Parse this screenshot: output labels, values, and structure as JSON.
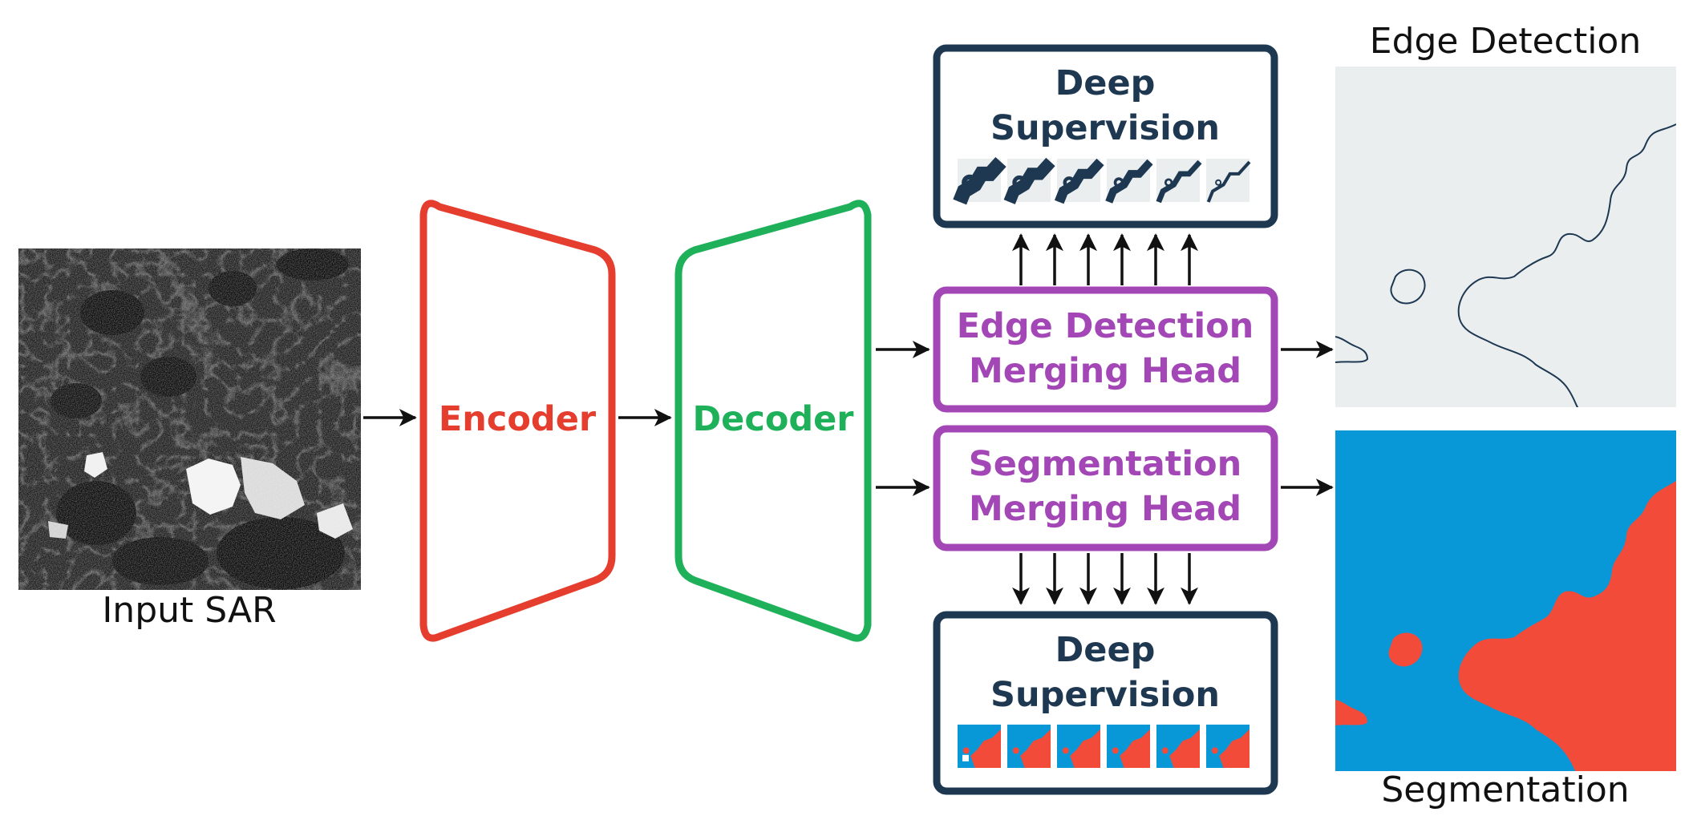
{
  "colors": {
    "encoder": "#e53e2e",
    "decoder": "#1fb05a",
    "merging_head": "#a347b6",
    "deep_supervision": "#1e3852",
    "arrow": "#111111",
    "edge_map_bg": "#eaeeef",
    "edge_line": "#1e3852",
    "seg_water": "#0898d8",
    "seg_ice": "#f24b3a"
  },
  "input": {
    "label": "Input SAR"
  },
  "encoder": {
    "label": "Encoder"
  },
  "decoder": {
    "label": "Decoder"
  },
  "deep_supervision_top": {
    "title_line1": "Deep",
    "title_line2": "Supervision",
    "thumbnail_count": 6
  },
  "edge_head": {
    "line1": "Edge Detection",
    "line2": "Merging Head"
  },
  "seg_head": {
    "line1": "Segmentation",
    "line2": "Merging Head"
  },
  "deep_supervision_bottom": {
    "title_line1": "Deep",
    "title_line2": "Supervision",
    "thumbnail_count": 6
  },
  "outputs": {
    "edge_label": "Edge Detection",
    "seg_label": "Segmentation"
  }
}
